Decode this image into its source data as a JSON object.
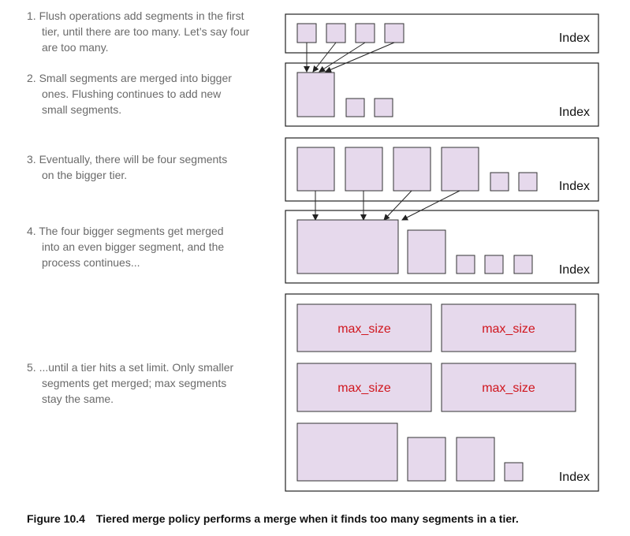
{
  "steps": [
    {
      "lines": [
        "1. Flush operations add segments in the first",
        "tier, until there are too many. Let’s say four",
        "are too many."
      ]
    },
    {
      "lines": [
        "2. Small segments are merged into bigger",
        "ones. Flushing continues to add new",
        "small segments."
      ]
    },
    {
      "lines": [
        "3. Eventually, there will be four segments",
        "on the bigger tier."
      ]
    },
    {
      "lines": [
        "4. The four bigger segments get merged",
        "into an even bigger segment, and the",
        "process continues..."
      ]
    },
    {
      "lines": [
        "5. ...until a tier hits a set limit. Only smaller",
        "segments get merged; max segments",
        "stay the same."
      ]
    }
  ],
  "index_label": "Index",
  "max_label": "max_size",
  "caption": {
    "figure": "Figure 10.4",
    "text": "Tiered merge policy performs a merge when it finds too many segments in a tier."
  },
  "colors": {
    "segment_fill": "#e6d9ec",
    "segment_stroke": "#333333",
    "max_label": "#d0161e",
    "step_text": "#6a6a6a"
  }
}
